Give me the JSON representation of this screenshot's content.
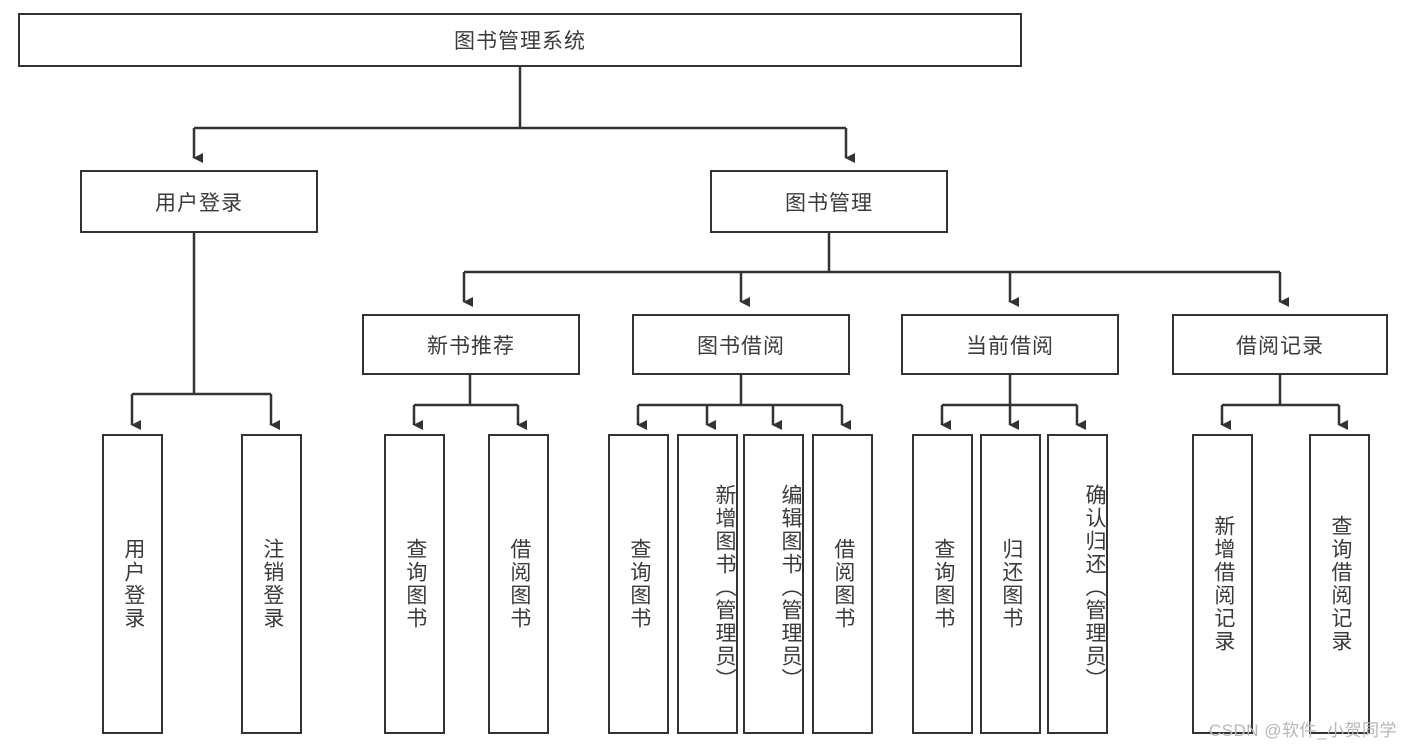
{
  "diagram": {
    "type": "tree-hierarchy",
    "title": "图书管理系统",
    "watermark": "CSDN @软件_小贺同学",
    "style": {
      "box_border_color": "#333333",
      "box_fill_color": "#ffffff",
      "text_color": "#3b3b3b",
      "connector_color": "#333333",
      "background_color": "#ffffff",
      "watermark_color": "#b7b7b7"
    },
    "nodes": {
      "root": {
        "label": "图书管理系统",
        "level": 0,
        "orientation": "horizontal"
      },
      "l1": [
        {
          "label": "用户登录",
          "level": 1,
          "orientation": "horizontal"
        },
        {
          "label": "图书管理",
          "level": 1,
          "orientation": "horizontal"
        }
      ],
      "l2": [
        {
          "label": "新书推荐",
          "level": 2,
          "orientation": "horizontal"
        },
        {
          "label": "图书借阅",
          "level": 2,
          "orientation": "horizontal"
        },
        {
          "label": "当前借阅",
          "level": 2,
          "orientation": "horizontal"
        },
        {
          "label": "借阅记录",
          "level": 2,
          "orientation": "horizontal"
        }
      ],
      "leaves": {
        "user_login": [
          {
            "label": "用户登录",
            "orientation": "vertical"
          },
          {
            "label": "注销登录",
            "orientation": "vertical"
          }
        ],
        "new_book": [
          {
            "label": "查询图书",
            "orientation": "vertical"
          },
          {
            "label": "借阅图书",
            "orientation": "vertical"
          }
        ],
        "borrow_book": [
          {
            "label": "查询图书",
            "orientation": "vertical"
          },
          {
            "label": "新增图书（管理员）",
            "orientation": "vertical"
          },
          {
            "label": "编辑图书（管理员）",
            "orientation": "vertical"
          },
          {
            "label": "借阅图书",
            "orientation": "vertical"
          }
        ],
        "current_borrow": [
          {
            "label": "查询图书",
            "orientation": "vertical"
          },
          {
            "label": "归还图书",
            "orientation": "vertical"
          },
          {
            "label": "确认归还（管理员）",
            "orientation": "vertical"
          }
        ],
        "borrow_record": [
          {
            "label": "新增借阅记录",
            "orientation": "vertical"
          },
          {
            "label": "查询借阅记录",
            "orientation": "vertical"
          }
        ]
      }
    },
    "edges": [
      {
        "from": "图书管理系统",
        "to": "用户登录"
      },
      {
        "from": "图书管理系统",
        "to": "图书管理"
      },
      {
        "from": "用户登录",
        "to": "用户登录"
      },
      {
        "from": "用户登录",
        "to": "注销登录"
      },
      {
        "from": "图书管理",
        "to": "新书推荐"
      },
      {
        "from": "图书管理",
        "to": "图书借阅"
      },
      {
        "from": "图书管理",
        "to": "当前借阅"
      },
      {
        "from": "图书管理",
        "to": "借阅记录"
      },
      {
        "from": "新书推荐",
        "to": "查询图书"
      },
      {
        "from": "新书推荐",
        "to": "借阅图书"
      },
      {
        "from": "图书借阅",
        "to": "查询图书"
      },
      {
        "from": "图书借阅",
        "to": "新增图书（管理员）"
      },
      {
        "from": "图书借阅",
        "to": "编辑图书（管理员）"
      },
      {
        "from": "图书借阅",
        "to": "借阅图书"
      },
      {
        "from": "当前借阅",
        "to": "查询图书"
      },
      {
        "from": "当前借阅",
        "to": "归还图书"
      },
      {
        "from": "当前借阅",
        "to": "确认归还（管理员）"
      },
      {
        "from": "借阅记录",
        "to": "新增借阅记录"
      },
      {
        "from": "借阅记录",
        "to": "查询借阅记录"
      }
    ]
  }
}
